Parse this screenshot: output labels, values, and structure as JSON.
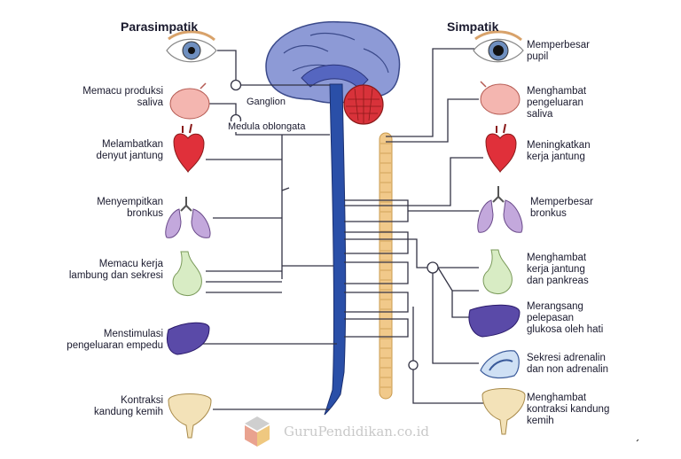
{
  "headers": {
    "parasympathetic": "Parasimpatik",
    "sympathetic": "Simpatik"
  },
  "center": {
    "ganglion": "Ganglion",
    "medulla": "Medula oblongata"
  },
  "left_labels": [
    "",
    "Memacu produksi\nsaliva",
    "Melambatkan\ndenyut jantung",
    "Menyempitkan\nbronkus",
    "Memacu kerja\nlambung dan sekresi",
    "Menstimulasi\npengeluaran empedu",
    "Kontraksi\nkandung kemih"
  ],
  "right_labels": [
    "Memperbesar\npupil",
    "Menghambat\npengeluaran\nsaliva",
    "Meningkatkan\nkerja jantung",
    "Memperbesar\nbronkus",
    "Menghambat\nkerja jantung\ndan pankreas",
    "Merangsang\npelepasan\nglukosa oleh hati",
    "Sekresi adrenalin\ndan non adrenalin",
    "Menghambat\nkontraksi kandung\nkemih"
  ],
  "watermark": "GuruPendidikan.co.id",
  "colors": {
    "spine": "#2a4fa8",
    "brain": "#8d9ad6",
    "cerebellum": "#d8323a",
    "chain": "#f1c98a",
    "nerve": "#333344"
  }
}
